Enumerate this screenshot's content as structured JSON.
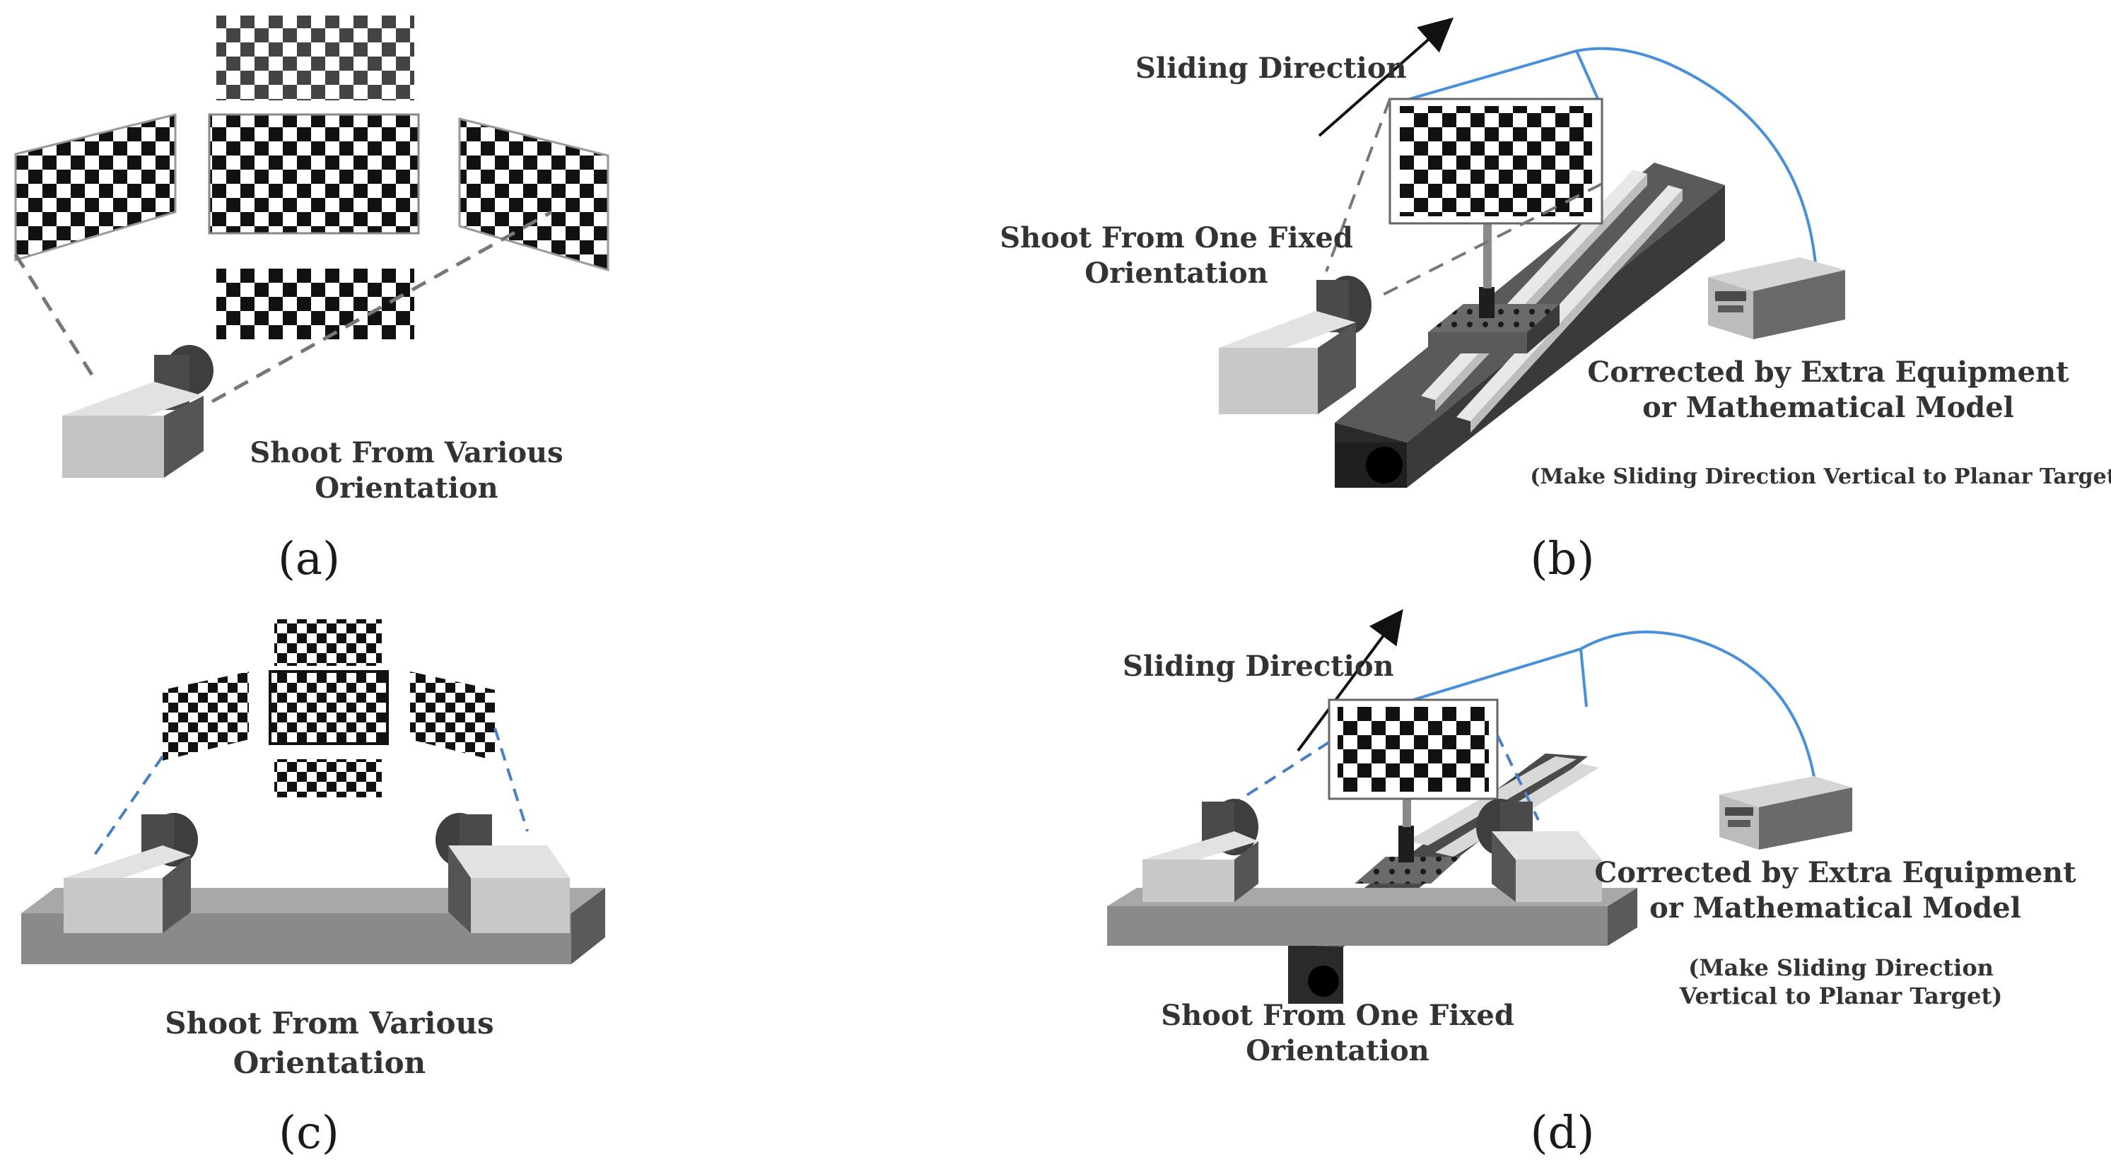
{
  "panels": {
    "a": {
      "caption": "(a)",
      "label_line1": "Shoot From Various",
      "label_line2": "Orientation"
    },
    "b": {
      "caption": "(b)",
      "sliding_direction": "Sliding Direction",
      "shoot_line1": "Shoot From One Fixed",
      "shoot_line2": "Orientation",
      "corrected_line1": "Corrected by Extra Equipment",
      "corrected_line2": "or Mathematical Model",
      "note": "(Make Sliding Direction Vertical to Planar Target)"
    },
    "c": {
      "caption": "(c)",
      "label_line1": "Shoot From Various",
      "label_line2": "Orientation"
    },
    "d": {
      "caption": "(d)",
      "sliding_direction": "Sliding Direction",
      "shoot_line1": "Shoot From One Fixed",
      "shoot_line2": "Orientation",
      "corrected_line1": "Corrected by Extra Equipment",
      "corrected_line2": "or Mathematical Model",
      "note_line1": "(Make Sliding Direction",
      "note_line2": "Vertical to Planar Target)"
    }
  },
  "colors": {
    "checker_dark": "#111111",
    "camera_light": "#c8c8c8",
    "rail_dark": "#3a3a3a",
    "cable_blue": "#4a90d9",
    "dashed_gray": "#777777",
    "dashed_blue": "#4a7fc1"
  }
}
